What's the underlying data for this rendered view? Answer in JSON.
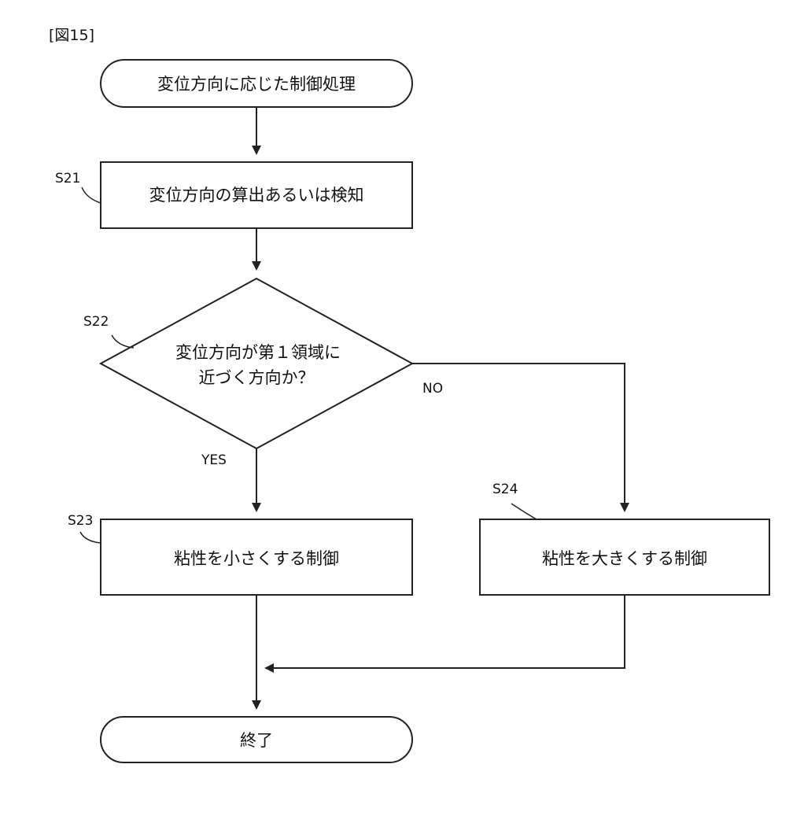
{
  "figure_label": "[図15]",
  "nodes": {
    "start": {
      "text": "変位方向に応じた制御処理"
    },
    "s21": {
      "step": "S21",
      "text": "変位方向の算出あるいは検知"
    },
    "s22": {
      "step": "S22",
      "line1": "変位方向が第１領域に",
      "line2": "近づく方向か？"
    },
    "s23": {
      "step": "S23",
      "text": "粘性を小さくする制御"
    },
    "s24": {
      "step": "S24",
      "text": "粘性を大きくする制御"
    },
    "end": {
      "text": "終了"
    }
  },
  "branches": {
    "yes": "YES",
    "no": "NO"
  },
  "colors": {
    "line": "#222222",
    "background": "#ffffff"
  }
}
